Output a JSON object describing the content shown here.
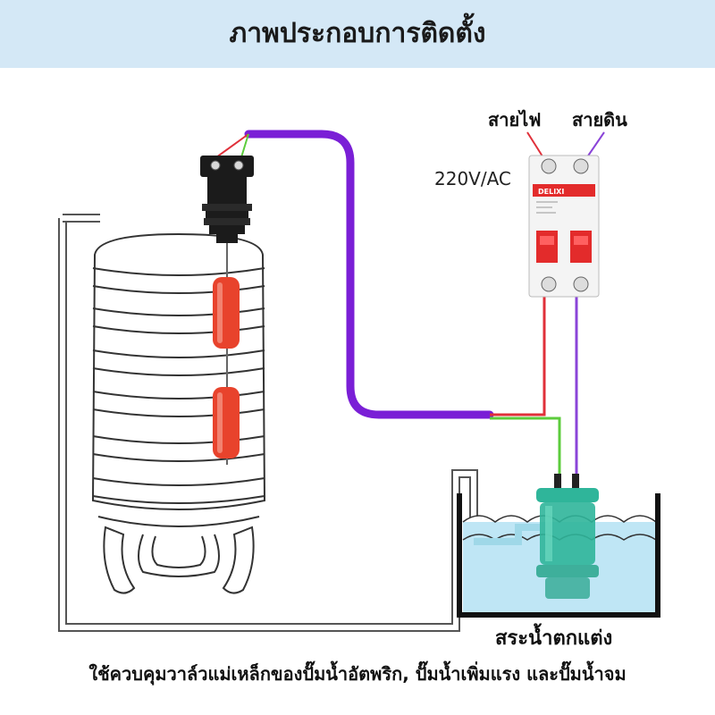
{
  "header": {
    "title": "ภาพประกอบการติดตั้ง"
  },
  "labels": {
    "live_wire": "สายไฟ",
    "ground_wire": "สายดิน",
    "voltage": "220V/AC",
    "pool": "สระน้ำตกแต่ง"
  },
  "breaker": {
    "brand": "DELIXI"
  },
  "caption": "ใช้ควบคุมวาล์วแม่เหล็กของปั๊มน้ำอัตพริก, ปั๊มน้ำเพิ่มแรง และปั๊มน้ำจม",
  "colors": {
    "header_bg": "#d4e8f6",
    "cable_purple": "#7a1fd6",
    "live_wire_red": "#e0303a",
    "ground_wire_green": "#5ccc3c",
    "float_red": "#e8432c",
    "water_blue": "#bfe6f5",
    "pump_green": "#2fb59a",
    "breaker_red": "#e32b2b"
  },
  "icons": [
    "float-switch-icon",
    "circuit-breaker-icon",
    "submersible-pump-icon",
    "water-tank-icon"
  ]
}
